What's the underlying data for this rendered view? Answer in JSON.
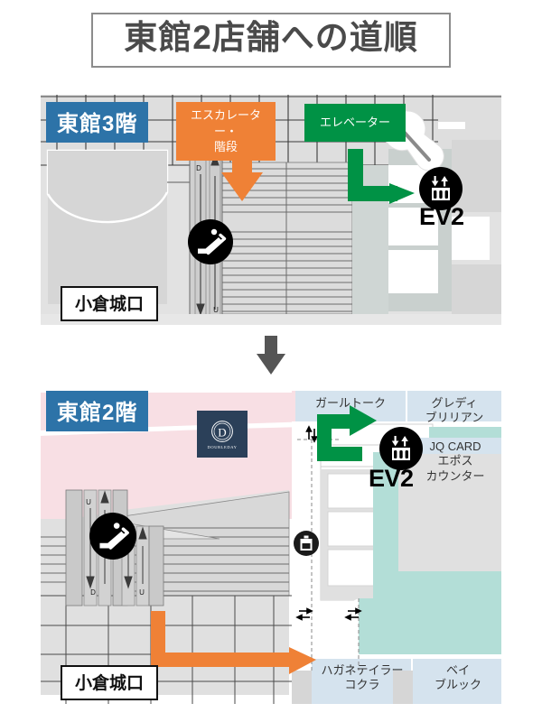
{
  "title": "東館2店舗への道順",
  "colors": {
    "badge_blue": "#2d73a8",
    "escalator_orange": "#ef8136",
    "elevator_green": "#009245",
    "pink_zone": "#f8dfe4",
    "teal_zone": "#b3ded7",
    "store_blue": "#d5e3ee",
    "floor_gray": "#e2e2e2",
    "dark_arrow": "#555555",
    "doubleday_navy": "#2b4059"
  },
  "map_3f": {
    "floor_badge": "東館3階",
    "callouts": {
      "escalator": "エスカレーター・\n階段",
      "escalator_line1": "エスカレーター・",
      "escalator_line2": "階段",
      "elevator": "エレベーター"
    },
    "elevator_marker": {
      "label": "EV2",
      "icon": "elevator-icon"
    },
    "escalator_marker": {
      "icon": "escalator-icon",
      "down_mark": "D",
      "up_mark": "U"
    },
    "exit_label": "小倉城口",
    "arrows": [
      {
        "name": "orange-down-arrow",
        "color": "#ef8136",
        "direction": "down"
      },
      {
        "name": "green-right-arrow",
        "color": "#009245",
        "direction": "down-then-right"
      }
    ]
  },
  "transition": {
    "icon": "down-arrow-icon",
    "color": "#555555"
  },
  "map_2f": {
    "floor_badge": "東館2階",
    "shop_logo": {
      "name": "DOUBLEDAY",
      "letter": "D"
    },
    "elevator_marker": {
      "label": "EV2",
      "icon": "elevator-icon"
    },
    "escalator_marker": {
      "icon": "escalator-icon",
      "marks": [
        "U",
        "D",
        "D",
        "U"
      ]
    },
    "locker_icon": "coin-locker-icon",
    "stair_indicator_icon": "up-down-arrows-icon",
    "passage_indicator_icon": "left-right-arrows-icon",
    "exit_label": "小倉城口",
    "stores": [
      {
        "name": "ガールトーク"
      },
      {
        "name": "グレディ\nブリリアン",
        "line1": "グレディ",
        "line2": "ブリリアン"
      },
      {
        "name": "JQ CARD\nエポス\nカウンター",
        "line1": "JQ CARD",
        "line2": "エポス",
        "line3": "カウンター"
      },
      {
        "name": "ハガネテイラー\nコクラ",
        "line1": "ハガネテイラー",
        "line2": "コクラ"
      },
      {
        "name": "ベイ\nブルック",
        "line1": "ベイ",
        "line2": "ブルック"
      }
    ],
    "arrows": [
      {
        "name": "green-up-right-arrow",
        "color": "#009245",
        "direction": "up-then-right"
      },
      {
        "name": "orange-down-right-arrow",
        "color": "#ef8136",
        "direction": "down-then-right"
      }
    ]
  }
}
